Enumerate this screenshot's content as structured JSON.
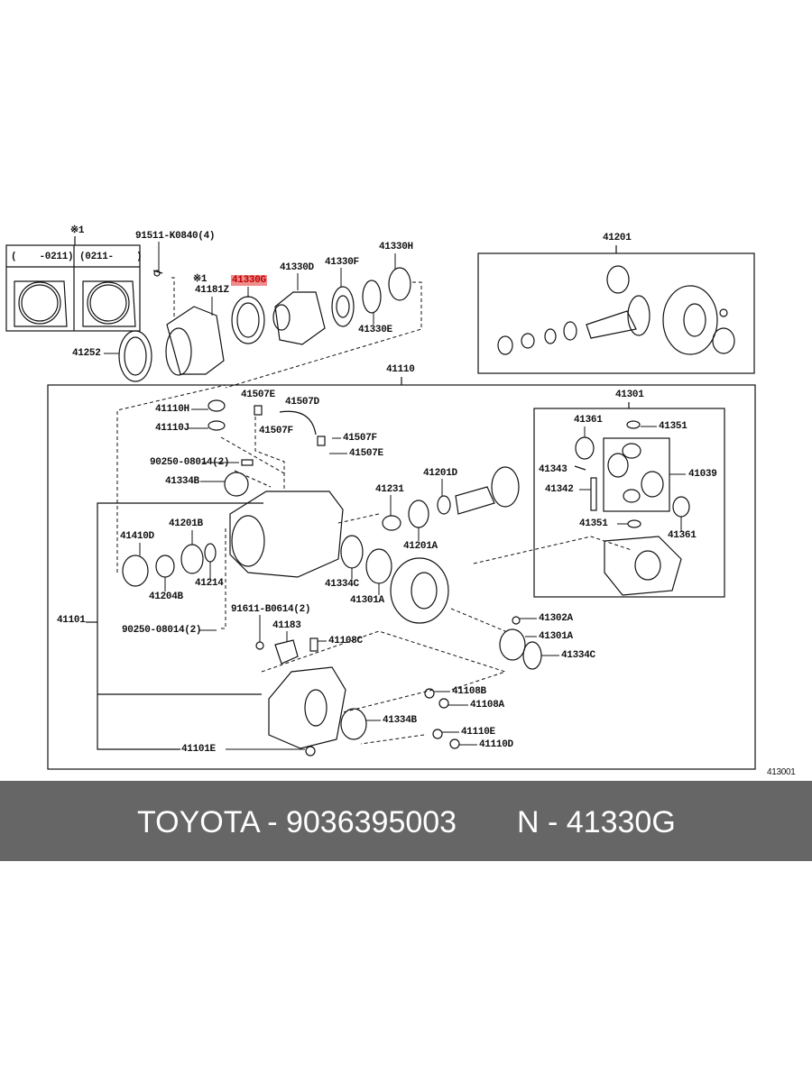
{
  "diagram": {
    "labels": [
      "※1",
      "91511-K0840(4)",
      "(    -0211)",
      "(0211-    )",
      "※1",
      "41181Z",
      "41330G",
      "41330D",
      "41330F",
      "41330H",
      "41330E",
      "41252",
      "41201",
      "41110",
      "41110H",
      "41110J",
      "41507E",
      "41507D",
      "41507F",
      "41507F",
      "41507E",
      "90250-08014(2)",
      "41334B",
      "41201D",
      "41231",
      "41201A",
      "41201B",
      "41410D",
      "41204B",
      "41214",
      "41334C",
      "41301A",
      "41301",
      "41361",
      "41351",
      "41343",
      "41039",
      "41342",
      "41351",
      "41361",
      "41101",
      "90250-08014(2)",
      "91611-B0614(2)",
      "41183",
      "41108C",
      "41302A",
      "41301A",
      "41334C",
      "41108B",
      "41108A",
      "41334B",
      "41110E",
      "41110D",
      "41101E",
      "413001"
    ],
    "highlight_color": "#f08c8c"
  },
  "banner": {
    "brand_part": "TOYOTA - 9036395003",
    "diagram_ref": "N - 41330G",
    "background": "#666666"
  }
}
